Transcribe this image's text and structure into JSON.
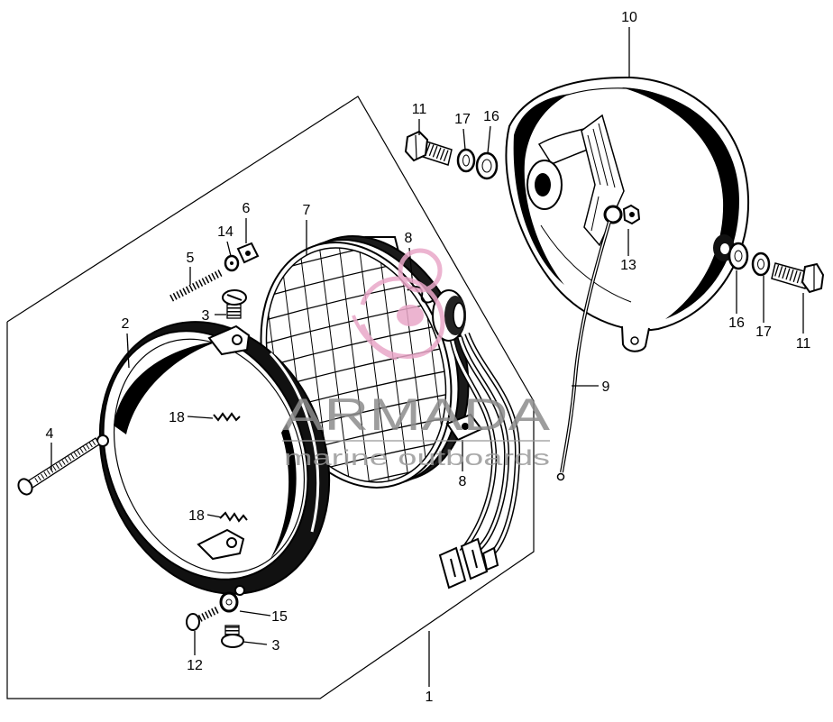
{
  "callouts": [
    "10",
    "11",
    "17",
    "16",
    "6",
    "14",
    "7",
    "8",
    "5",
    "3",
    "2",
    "13",
    "16",
    "17",
    "11",
    "9",
    "18",
    "4",
    "8",
    "18",
    "15",
    "3",
    "12",
    "1"
  ],
  "watermark": {
    "brand": "ARMADA",
    "tagline": "marine outboards"
  },
  "colors": {
    "line": "#000000",
    "background": "#ffffff",
    "watermark_text": "#8c8c8c",
    "watermark_logo": "#e9a7c8"
  }
}
